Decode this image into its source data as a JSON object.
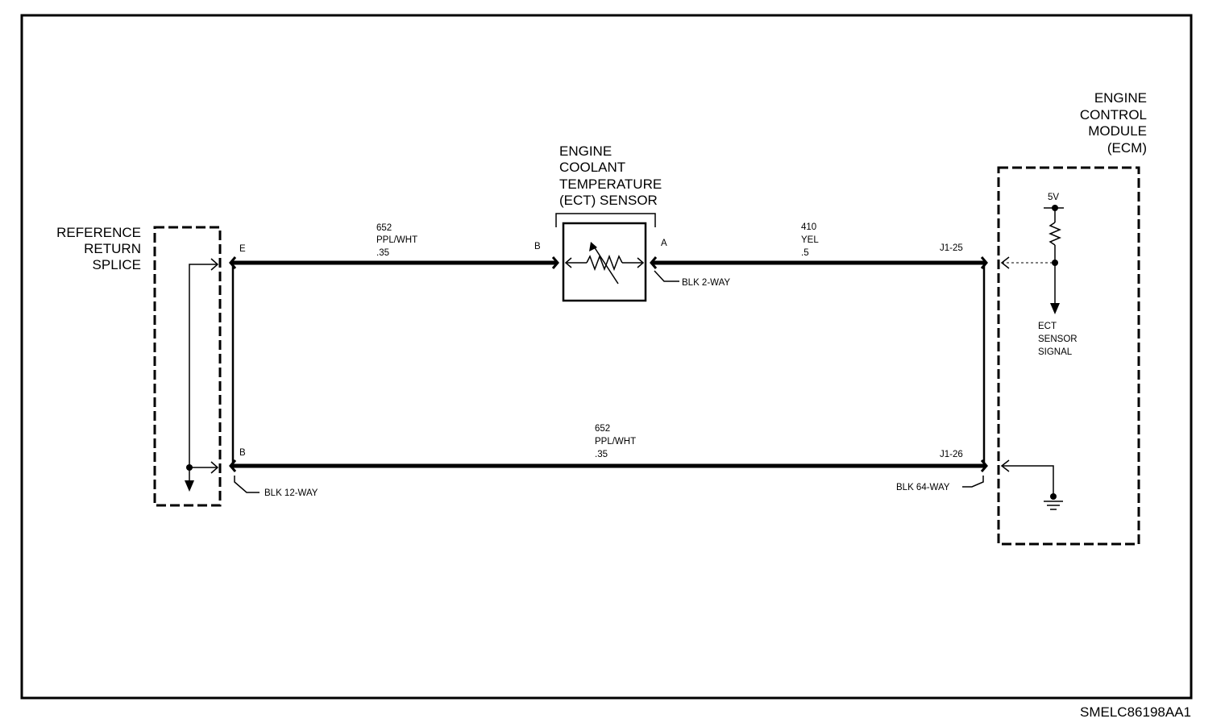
{
  "diagram_id": "SMELC86198AA1",
  "components": {
    "reference_return_splice": [
      "REFERENCE",
      "RETURN",
      "SPLICE"
    ],
    "ect_sensor": [
      "ENGINE",
      "COOLANT",
      "TEMPERATURE",
      "(ECT) SENSOR"
    ],
    "ecm": [
      "ENGINE",
      "CONTROL",
      "MODULE",
      "(ECM)"
    ]
  },
  "ecm_internal": {
    "supply": "5V",
    "signal": [
      "ECT",
      "SENSOR",
      "SIGNAL"
    ]
  },
  "pins": {
    "splice_top": "E",
    "splice_bottom": "B",
    "sensor_b": "B",
    "sensor_a": "A",
    "ecm_top": "J1-25",
    "ecm_bottom": "J1-26"
  },
  "wires": {
    "top_left": [
      "652",
      "PPL/WHT",
      ".35"
    ],
    "top_right": [
      "410",
      "YEL",
      ".5"
    ],
    "bottom": [
      "652",
      "PPL/WHT",
      ".35"
    ]
  },
  "connectors": {
    "sensor": "BLK 2-WAY",
    "splice": "BLK 12-WAY",
    "ecm": "BLK 64-WAY"
  }
}
